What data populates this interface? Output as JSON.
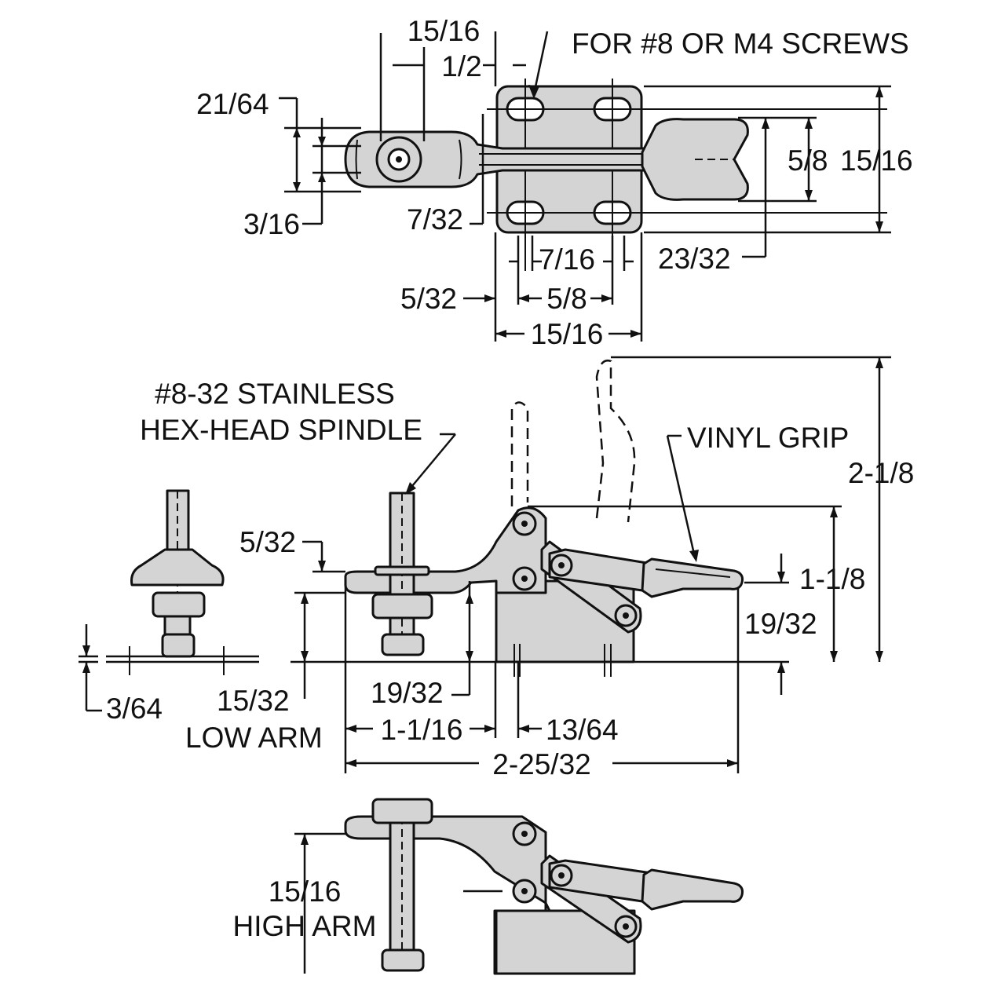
{
  "labels": {
    "top_cut": "15/16",
    "screws": "FOR #8 OR M4 SCREWS",
    "half": "1/2",
    "d2164": "21/64",
    "d316": "3/16",
    "d732": "7/32",
    "d58_side": "5/8",
    "d1516_side": "15/16",
    "d2332": "23/32",
    "d716": "7/16",
    "d532_top": "5/32",
    "d58_bottom": "5/8",
    "d1516_bottom": "15/16",
    "spindle_line1": "#8-32 STAINLESS",
    "spindle_line2": "HEX-HEAD SPINDLE",
    "vinyl": "VINYL GRIP",
    "d218": "2-1/8",
    "d532_side": "5/32",
    "d118": "1-1/8",
    "d1932_right": "19/32",
    "d364": "3/64",
    "d1532": "15/32",
    "low_arm": "LOW ARM",
    "d1932_mid": "19/32",
    "d1116": "1-1/16",
    "d1364": "13/64",
    "d22532": "2-25/32",
    "d1516_high": "15/16",
    "high_arm": "HIGH ARM"
  }
}
